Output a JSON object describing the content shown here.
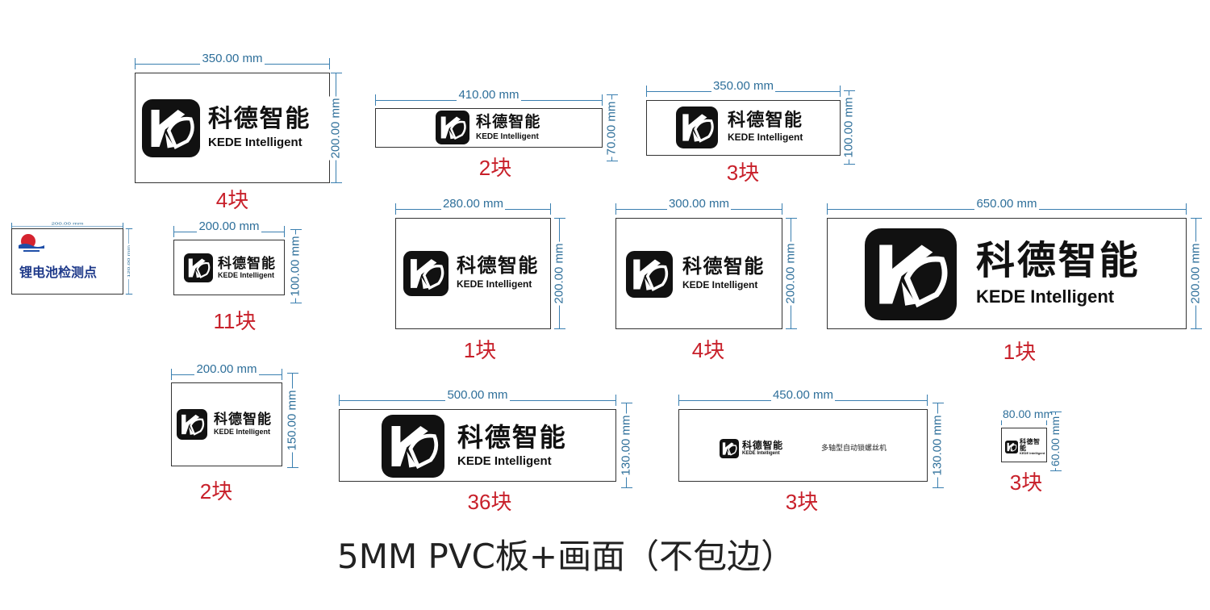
{
  "brand": {
    "chinese": "科德智能",
    "english": "KEDE Intelligent"
  },
  "colors": {
    "dimension": "#2e6f9a",
    "quantity": "#c8202a",
    "battery_title": "#1f3a8a"
  },
  "signs": [
    {
      "id": "s1",
      "width_label": "350.00 mm",
      "height_label": "200.00 mm",
      "quantity": "4块"
    },
    {
      "id": "s2",
      "width_label": "410.00 mm",
      "height_label": "70.00 mm",
      "quantity": "2块"
    },
    {
      "id": "s3",
      "width_label": "350.00 mm",
      "height_label": "100.00 mm",
      "quantity": "3块"
    },
    {
      "id": "s4",
      "width_label": "200.00 mm",
      "height_label": "120.00 mm",
      "title": "锂电池检测点"
    },
    {
      "id": "s5",
      "width_label": "200.00 mm",
      "height_label": "100.00 mm",
      "quantity": "11块"
    },
    {
      "id": "s6",
      "width_label": "280.00 mm",
      "height_label": "200.00 mm",
      "quantity": "1块"
    },
    {
      "id": "s7",
      "width_label": "300.00 mm",
      "height_label": "200.00 mm",
      "quantity": "4块"
    },
    {
      "id": "s8",
      "width_label": "650.00 mm",
      "height_label": "200.00 mm",
      "quantity": "1块"
    },
    {
      "id": "s9",
      "width_label": "200.00 mm",
      "height_label": "150.00 mm",
      "quantity": "2块"
    },
    {
      "id": "s10",
      "width_label": "500.00 mm",
      "height_label": "130.00 mm",
      "quantity": "36块"
    },
    {
      "id": "s11",
      "width_label": "450.00 mm",
      "height_label": "130.00 mm",
      "quantity": "3块",
      "machine_name": "多轴型自动锁螺丝机"
    },
    {
      "id": "s12",
      "width_label": "80.00 mm",
      "height_label": "60.00 mm",
      "quantity": "3块"
    }
  ],
  "caption": "5MM PVC板+画面（不包边）"
}
